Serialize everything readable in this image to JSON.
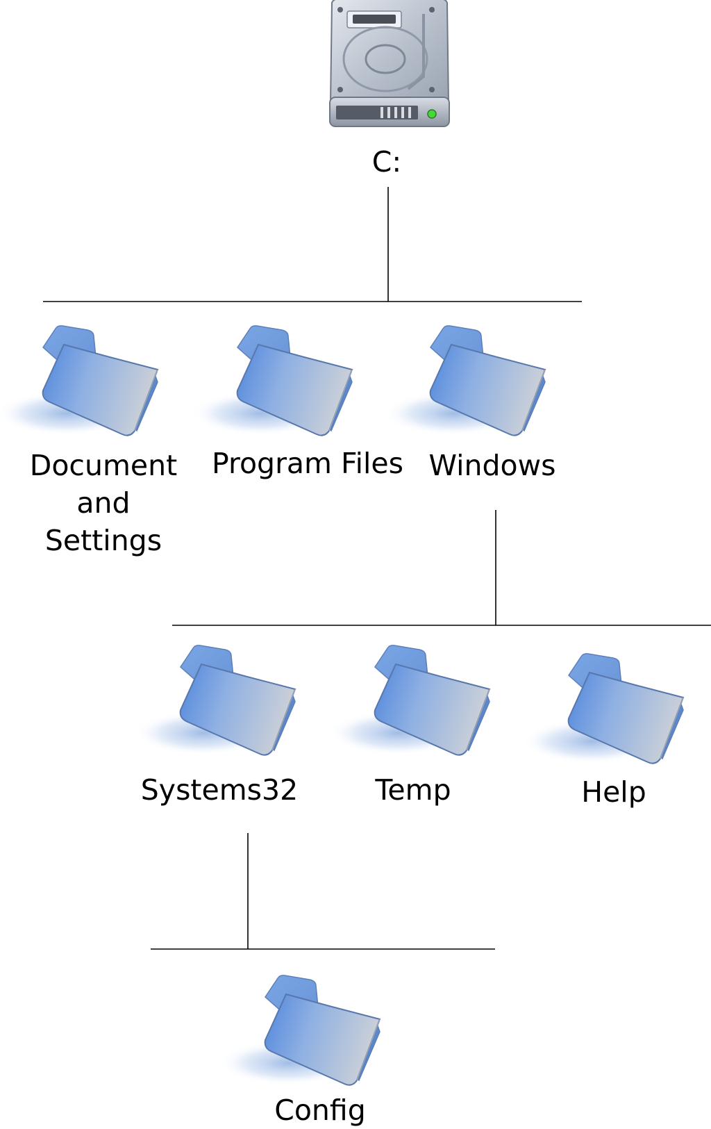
{
  "drive": {
    "label": "C:",
    "icon": "hard-drive-icon"
  },
  "level1": [
    {
      "label": "Document\nand\nSettings",
      "icon": "folder-icon"
    },
    {
      "label": "Program Files",
      "icon": "folder-icon"
    },
    {
      "label": "Windows",
      "icon": "folder-icon"
    }
  ],
  "level2": [
    {
      "label": "Systems32",
      "icon": "folder-icon"
    },
    {
      "label": "Temp",
      "icon": "folder-icon"
    },
    {
      "label": "Help",
      "icon": "folder-icon"
    }
  ],
  "level3": [
    {
      "label": "Config",
      "icon": "folder-icon"
    }
  ],
  "colors": {
    "folder_blue": "#5b8fd8",
    "folder_grey": "#c4ccd8",
    "line": "#000000",
    "drive_body": "#b9c1cc",
    "led": "#44d83a"
  }
}
